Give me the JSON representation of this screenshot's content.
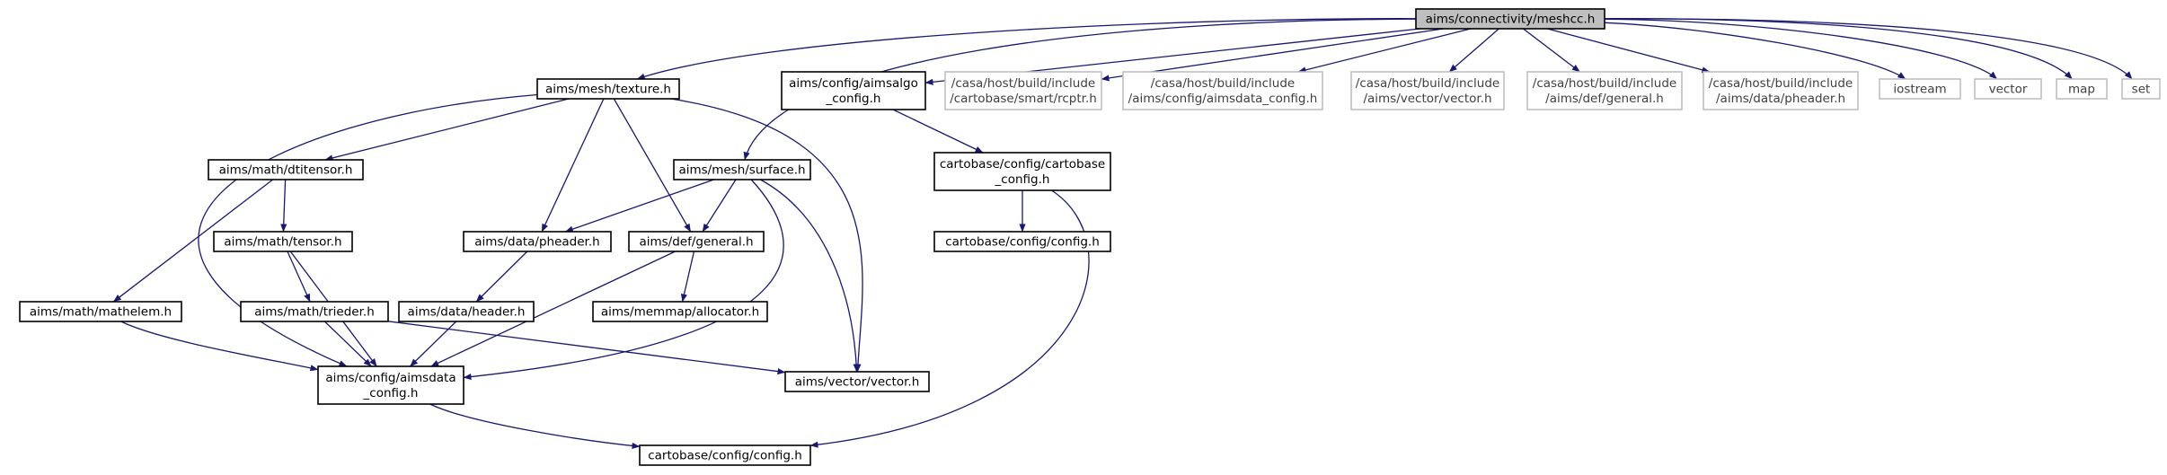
{
  "graph_title": "",
  "colors": {
    "edge": "#191970",
    "root_fill": "#bfbfbf",
    "root_border": "#000000",
    "node_border": "#000000",
    "external_border": "#bfbfbf",
    "text": "#000000",
    "external_text": "#404040"
  },
  "nodes": [
    {
      "id": "root",
      "kind": "root",
      "lines": [
        "aims/connectivity/meshcc.h"
      ]
    },
    {
      "id": "texture",
      "kind": "local",
      "lines": [
        "aims/mesh/texture.h"
      ]
    },
    {
      "id": "aimsalgo_config",
      "kind": "local",
      "lines": [
        "aims/config/aimsalgo",
        "_config.h"
      ]
    },
    {
      "id": "ext_rcptr",
      "kind": "external",
      "lines": [
        "/casa/host/build/include",
        "/cartobase/smart/rcptr.h"
      ]
    },
    {
      "id": "ext_aimsdata_config",
      "kind": "external",
      "lines": [
        "/casa/host/build/include",
        "/aims/config/aimsdata_config.h"
      ]
    },
    {
      "id": "ext_vector",
      "kind": "external",
      "lines": [
        "/casa/host/build/include",
        "/aims/vector/vector.h"
      ]
    },
    {
      "id": "ext_general",
      "kind": "external",
      "lines": [
        "/casa/host/build/include",
        "/aims/def/general.h"
      ]
    },
    {
      "id": "ext_pheader",
      "kind": "external",
      "lines": [
        "/casa/host/build/include",
        "/aims/data/pheader.h"
      ]
    },
    {
      "id": "iostream",
      "kind": "external",
      "lines": [
        "iostream"
      ]
    },
    {
      "id": "vector",
      "kind": "external",
      "lines": [
        "vector"
      ]
    },
    {
      "id": "map",
      "kind": "external",
      "lines": [
        "map"
      ]
    },
    {
      "id": "set",
      "kind": "external",
      "lines": [
        "set"
      ]
    },
    {
      "id": "dtitensor",
      "kind": "local",
      "lines": [
        "aims/math/dtitensor.h"
      ]
    },
    {
      "id": "surface",
      "kind": "local",
      "lines": [
        "aims/mesh/surface.h"
      ]
    },
    {
      "id": "cartobase_config",
      "kind": "local",
      "lines": [
        "cartobase/config/cartobase",
        "_config.h"
      ]
    },
    {
      "id": "tensor",
      "kind": "local",
      "lines": [
        "aims/math/tensor.h"
      ]
    },
    {
      "id": "pheader",
      "kind": "local",
      "lines": [
        "aims/data/pheader.h"
      ]
    },
    {
      "id": "general",
      "kind": "local",
      "lines": [
        "aims/def/general.h"
      ]
    },
    {
      "id": "cb_config_mid",
      "kind": "local",
      "lines": [
        "cartobase/config/config.h"
      ]
    },
    {
      "id": "mathelem",
      "kind": "local",
      "lines": [
        "aims/math/mathelem.h"
      ]
    },
    {
      "id": "trieder",
      "kind": "local",
      "lines": [
        "aims/math/trieder.h"
      ]
    },
    {
      "id": "header",
      "kind": "local",
      "lines": [
        "aims/data/header.h"
      ]
    },
    {
      "id": "allocator",
      "kind": "local",
      "lines": [
        "aims/memmap/allocator.h"
      ]
    },
    {
      "id": "aimsdata_config",
      "kind": "local",
      "lines": [
        "aims/config/aimsdata",
        "_config.h"
      ]
    },
    {
      "id": "vector_h",
      "kind": "local",
      "lines": [
        "aims/vector/vector.h"
      ]
    },
    {
      "id": "cb_config_bottom",
      "kind": "local",
      "lines": [
        "cartobase/config/config.h"
      ]
    }
  ],
  "edges": [
    {
      "from": "root",
      "to": "texture"
    },
    {
      "from": "root",
      "to": "aimsalgo_config"
    },
    {
      "from": "root",
      "to": "ext_rcptr"
    },
    {
      "from": "root",
      "to": "ext_aimsdata_config"
    },
    {
      "from": "root",
      "to": "ext_vector"
    },
    {
      "from": "root",
      "to": "ext_general"
    },
    {
      "from": "root",
      "to": "ext_pheader"
    },
    {
      "from": "root",
      "to": "iostream"
    },
    {
      "from": "root",
      "to": "vector"
    },
    {
      "from": "root",
      "to": "map"
    },
    {
      "from": "root",
      "to": "set"
    },
    {
      "from": "root",
      "to": "surface"
    },
    {
      "from": "texture",
      "to": "dtitensor"
    },
    {
      "from": "texture",
      "to": "aimsdata_config"
    },
    {
      "from": "texture",
      "to": "pheader"
    },
    {
      "from": "texture",
      "to": "general"
    },
    {
      "from": "texture",
      "to": "vector_h"
    },
    {
      "from": "aimsalgo_config",
      "to": "cartobase_config"
    },
    {
      "from": "cartobase_config",
      "to": "cb_config_mid"
    },
    {
      "from": "cartobase_config",
      "to": "cb_config_bottom"
    },
    {
      "from": "dtitensor",
      "to": "tensor"
    },
    {
      "from": "dtitensor",
      "to": "mathelem"
    },
    {
      "from": "tensor",
      "to": "trieder"
    },
    {
      "from": "tensor",
      "to": "aimsdata_config"
    },
    {
      "from": "trieder",
      "to": "aimsdata_config"
    },
    {
      "from": "trieder",
      "to": "vector_h"
    },
    {
      "from": "mathelem",
      "to": "aimsdata_config"
    },
    {
      "from": "surface",
      "to": "pheader"
    },
    {
      "from": "surface",
      "to": "general"
    },
    {
      "from": "surface",
      "to": "vector_h"
    },
    {
      "from": "surface",
      "to": "aimsdata_config"
    },
    {
      "from": "pheader",
      "to": "header"
    },
    {
      "from": "header",
      "to": "aimsdata_config"
    },
    {
      "from": "general",
      "to": "allocator"
    },
    {
      "from": "general",
      "to": "aimsdata_config"
    },
    {
      "from": "aimsdata_config",
      "to": "cb_config_bottom"
    }
  ]
}
